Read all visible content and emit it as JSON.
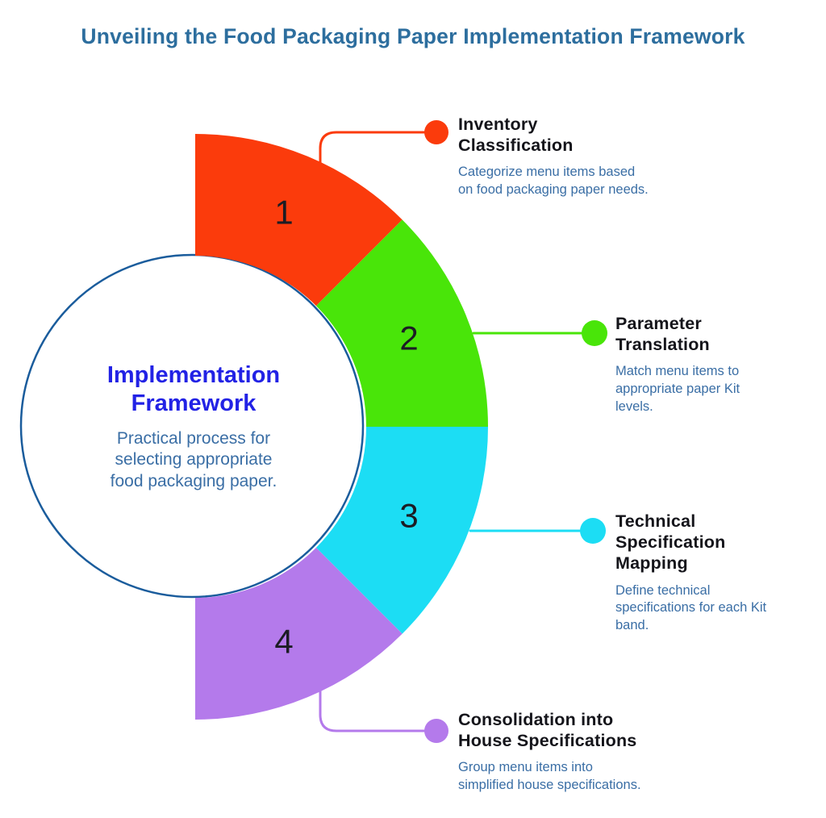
{
  "title": "Unveiling the Food Packaging Paper Implementation Framework",
  "title_color": "#2D6E9E",
  "center": {
    "heading": "Implementation\nFramework",
    "description": "Practical process for\nselecting appropriate\nfood packaging paper.",
    "heading_color": "#2222E5",
    "body_color": "#3A6EA5",
    "circle_border_color": "#1A5C9C"
  },
  "steps": [
    {
      "number": "1",
      "color": "#FB3B0C",
      "heading": "Inventory\nClassification",
      "description": "Categorize menu items based\non food packaging paper needs."
    },
    {
      "number": "2",
      "color": "#49E509",
      "heading": "Parameter\nTranslation",
      "description": "Match menu items to\nappropriate paper Kit\nlevels."
    },
    {
      "number": "3",
      "color": "#1CDDF4",
      "heading": "Technical\nSpecification\nMapping",
      "description": "Define technical\nspecifications for each Kit\nband."
    },
    {
      "number": "4",
      "color": "#B47AEB",
      "heading": "Consolidation into\nHouse Specifications",
      "description": "Group menu items into\nsimplified house specifications."
    }
  ]
}
